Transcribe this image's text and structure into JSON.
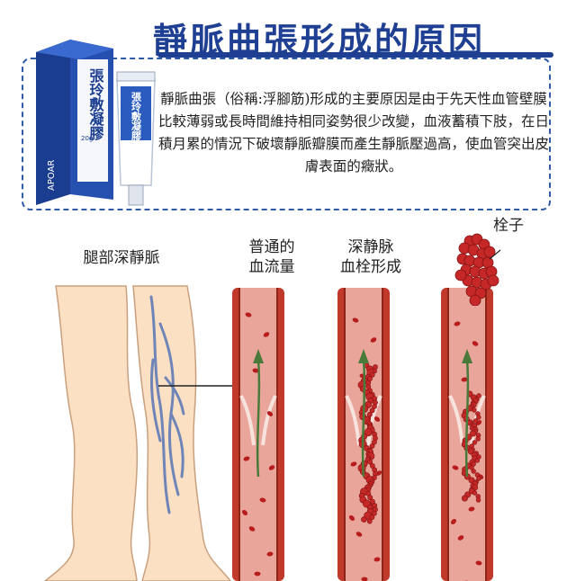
{
  "header": {
    "title": "靜脈曲張形成的原因",
    "description": "靜脈曲張（俗稱:浮腳筋)形成的主要原因是由于先天性血管壁膜比較薄弱或長時間維持相同姿勢很少改變，血液蓄積下肢，在日積月累的情況下破壞靜脈瓣膜而產生靜脈壓過高，使血管突出皮膚表面的癥狀。"
  },
  "product": {
    "box_name": "張玲敷凝膠",
    "tube_name": "張玲敷凝膠",
    "brand": "APOAR",
    "weight": "20g"
  },
  "diagram": {
    "leg_label": "腿部深靜脈",
    "normal_label": [
      "普通的",
      "血流量"
    ],
    "deep_label": [
      "深静脉",
      "血栓形成"
    ],
    "clot_label": "栓子"
  },
  "colors": {
    "title_blue": "#1f3f93",
    "vessel_wall": "#c0392b",
    "vessel_inner": "#e9a59a",
    "blood_cell": "#b71c1c",
    "flow_arrow": "#4a7a3a",
    "skin": "#fbe0c4"
  }
}
